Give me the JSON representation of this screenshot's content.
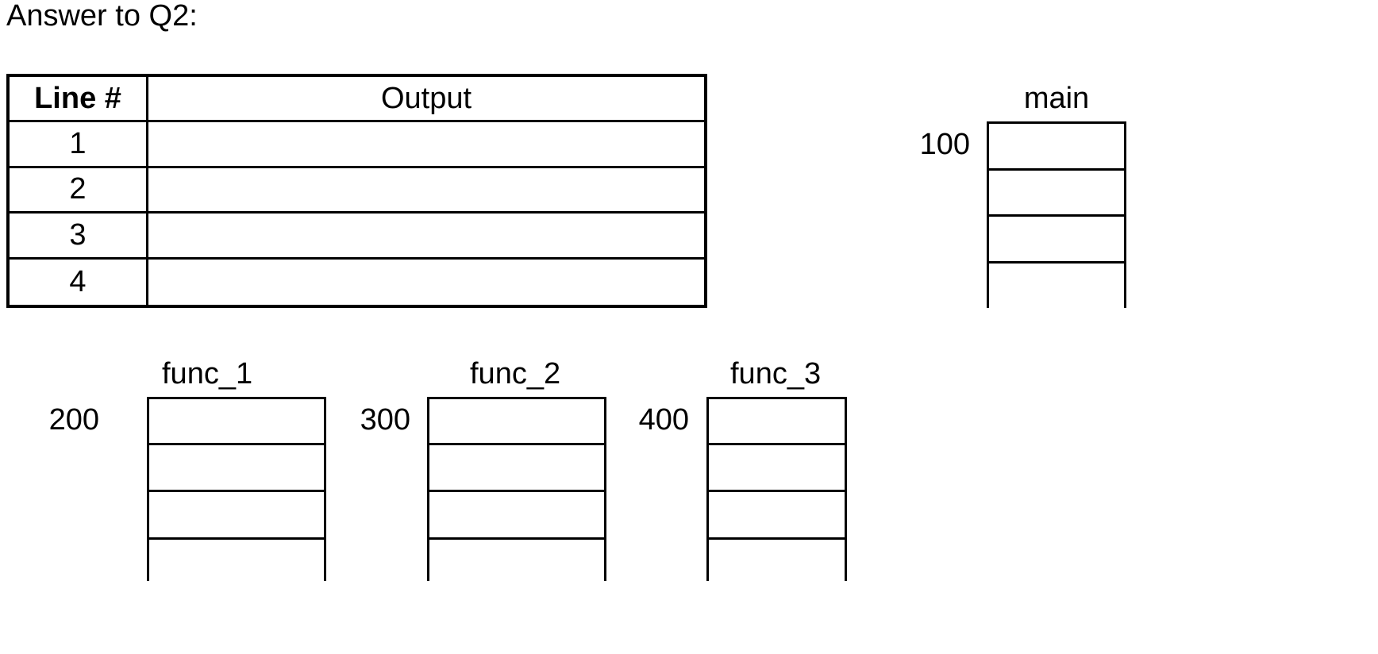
{
  "page": {
    "title": "Answer to Q2:",
    "background_color": "#ffffff",
    "ink_color": "#000000"
  },
  "output_table": {
    "headers": {
      "line": "Line #",
      "output": "Output"
    },
    "rows": [
      {
        "line": "1",
        "output": ""
      },
      {
        "line": "2",
        "output": ""
      },
      {
        "line": "3",
        "output": ""
      },
      {
        "line": "4",
        "output": ""
      }
    ]
  },
  "stack_frames": [
    {
      "name": "main",
      "address": "100",
      "closed_cells": 3,
      "open_bottom": true
    },
    {
      "name": "func_1",
      "address": "200",
      "closed_cells": 3,
      "open_bottom": true
    },
    {
      "name": "func_2",
      "address": "300",
      "closed_cells": 3,
      "open_bottom": true
    },
    {
      "name": "func_3",
      "address": "400",
      "closed_cells": 3,
      "open_bottom": true
    }
  ]
}
